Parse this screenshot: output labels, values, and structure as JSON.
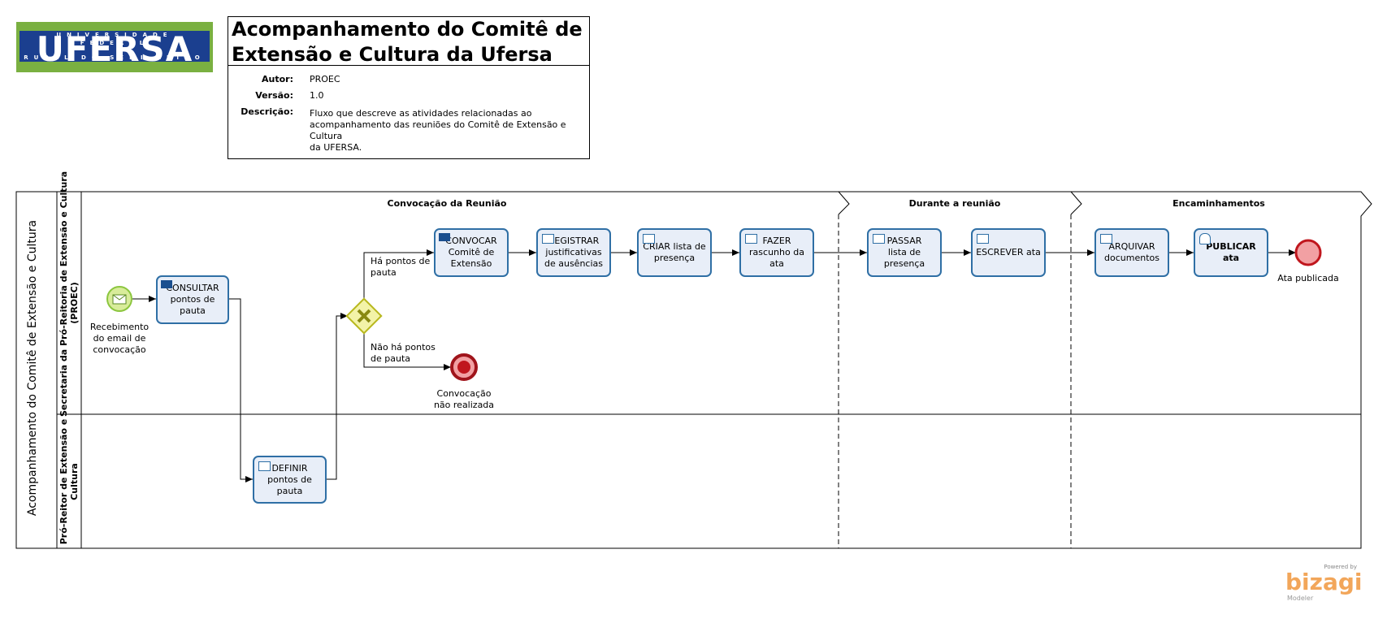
{
  "logo": {
    "text": "UFERSA",
    "top_text": "UNIVERSIDADE FEDERAL",
    "bottom_text": "RURAL DO SEMI-ÁRIDO"
  },
  "header": {
    "title_line1": "Acompanhamento do Comitê de",
    "title_line2": "Extensão e Cultura da Ufersa",
    "author_label": "Autor:",
    "author": "PROEC",
    "version_label": "Versão:",
    "version": "1.0",
    "description_label": "Descrição:",
    "description_line1": "Fluxo que descreve as atividades relacionadas ao",
    "description_line2": "acompanhamento das reuniões do Comitê de Extensão e Cultura",
    "description_line3": "da UFERSA."
  },
  "pool": {
    "name": "Acompanhamento do Comitê de Extensão e Cultura",
    "lanes": [
      {
        "line1": "Secretaria da Pró-Reitoria de Extensão e Cultura",
        "line2": "(PROEC)"
      },
      {
        "line1": "Pró-Reitor de Extensão e",
        "line2": "Cultura"
      }
    ],
    "phases": [
      "Convocação da Reunião",
      "Durante a reunião",
      "Encaminhamentos"
    ]
  },
  "tasks": [
    {
      "id": "consultar",
      "bold": "CONSULTAR",
      "rest": "pontos de pauta",
      "icon": "mail"
    },
    {
      "id": "definir",
      "bold": "DEFINIR",
      "rest": "pontos de pauta",
      "icon": "script"
    },
    {
      "id": "convocar",
      "bold": "CONVOCAR",
      "rest": "Comitê de Extensão",
      "icon": "mail"
    },
    {
      "id": "registrar",
      "bold": "REGISTRAR",
      "rest": "justificativas de ausências",
      "icon": "script"
    },
    {
      "id": "criar",
      "bold": "CRIAR",
      "rest": "lista de presença",
      "icon": "script"
    },
    {
      "id": "fazer",
      "bold": "FAZER",
      "rest": "rascunho da ata",
      "icon": "script"
    },
    {
      "id": "passar",
      "bold": "PASSAR",
      "rest": "lista de presença",
      "icon": "script"
    },
    {
      "id": "escrever",
      "bold": "ESCREVER",
      "rest": "ata",
      "icon": "script"
    },
    {
      "id": "arquivar",
      "bold": "ARQUIVAR",
      "rest": "documentos",
      "icon": "script"
    },
    {
      "id": "publicar",
      "bold": "PUBLICAR",
      "rest": "ata",
      "icon": "user"
    }
  ],
  "events": {
    "start_label_1": "Recebimento",
    "start_label_2": "do email de",
    "start_label_3": "convocação",
    "end_abort_1": "Convocação",
    "end_abort_2": "não realizada",
    "end_published": "Ata publicada"
  },
  "gateway": {
    "yes_1": "Há pontos de",
    "yes_2": "pauta",
    "no_1": "Não há pontos",
    "no_2": "de pauta"
  },
  "footer": {
    "powered_by": "Powered by",
    "brand": "bizagi",
    "product": "Modeler"
  },
  "colors": {
    "task_border": "#2f6fa5",
    "task_fill": "#e8eef8",
    "start_event": "#8cc63f",
    "end_event": "#c0161d",
    "gateway": "#d7d72b",
    "bizagi_orange": "#f2a65a"
  }
}
